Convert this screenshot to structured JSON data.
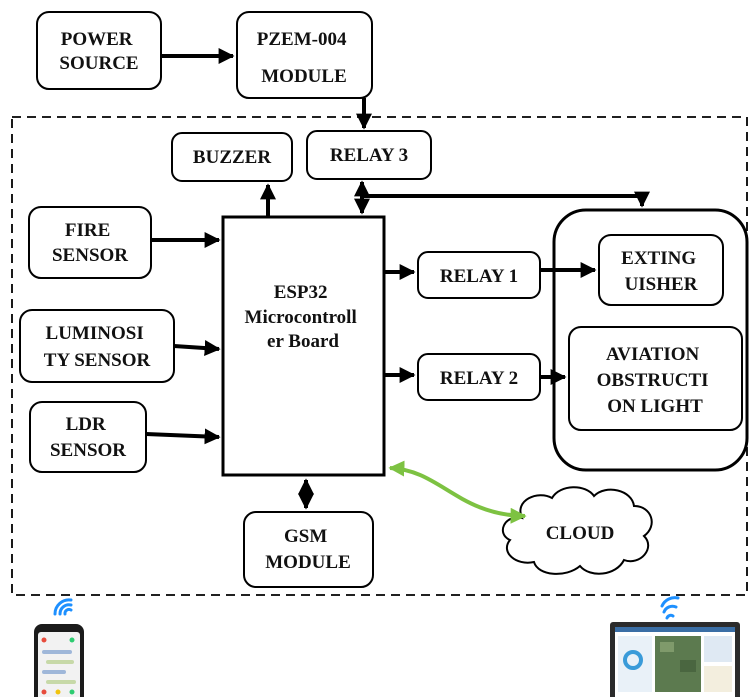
{
  "power_source": [
    "POWER",
    "SOURCE"
  ],
  "pzem_module": [
    "PZEM-004",
    "MODULE"
  ],
  "buzzer": "BUZZER",
  "relay3": "RELAY 3",
  "fire_sensor": [
    "FIRE",
    "SENSOR"
  ],
  "luminosity_sensor": [
    "LUMINOSI",
    "TY SENSOR"
  ],
  "ldr_sensor": [
    "LDR",
    "SENSOR"
  ],
  "esp32": [
    "ESP32",
    "Microcontroll",
    "er Board"
  ],
  "relay1": "RELAY 1",
  "relay2": "RELAY 2",
  "extinguisher": [
    "EXTING",
    "UISHER"
  ],
  "aviation_light": [
    "AVIATION",
    "OBSTRUCTI",
    "ON LIGHT"
  ],
  "gsm_module": [
    "GSM",
    "MODULE"
  ],
  "cloud": "CLOUD",
  "colors": {
    "line": "#000000",
    "cloud_link": "#7dc242",
    "wifi": "#1e90ff"
  }
}
